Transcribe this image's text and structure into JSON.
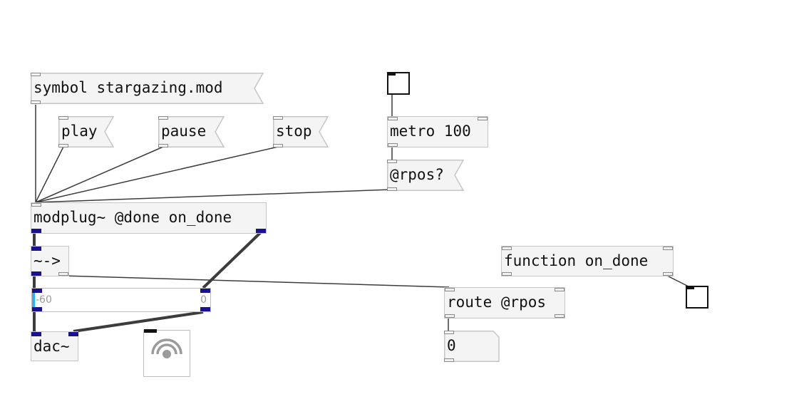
{
  "patch": {
    "messages": {
      "symbol": "symbol stargazing.mod",
      "play": "play",
      "pause": "pause",
      "stop": "stop",
      "rpos": "@rpos?",
      "zero": "0"
    },
    "objects": {
      "metro": "metro 100",
      "modplug": "modplug~ @done on_done",
      "tilde_arrow": "~->",
      "dac": "dac~",
      "function": "function on_done",
      "route": "route @rpos"
    },
    "gain_slider": {
      "min_label": "-60",
      "max_label": "0"
    }
  },
  "colors": {
    "signal_port": "#1a1190",
    "slider_handle": "#2ab4f0",
    "box_fill": "#f4f4f4",
    "box_border": "#c6c6c6"
  },
  "icons": {
    "toggles": "toggle-icon",
    "dsp": "dsp-speaker-icon"
  }
}
